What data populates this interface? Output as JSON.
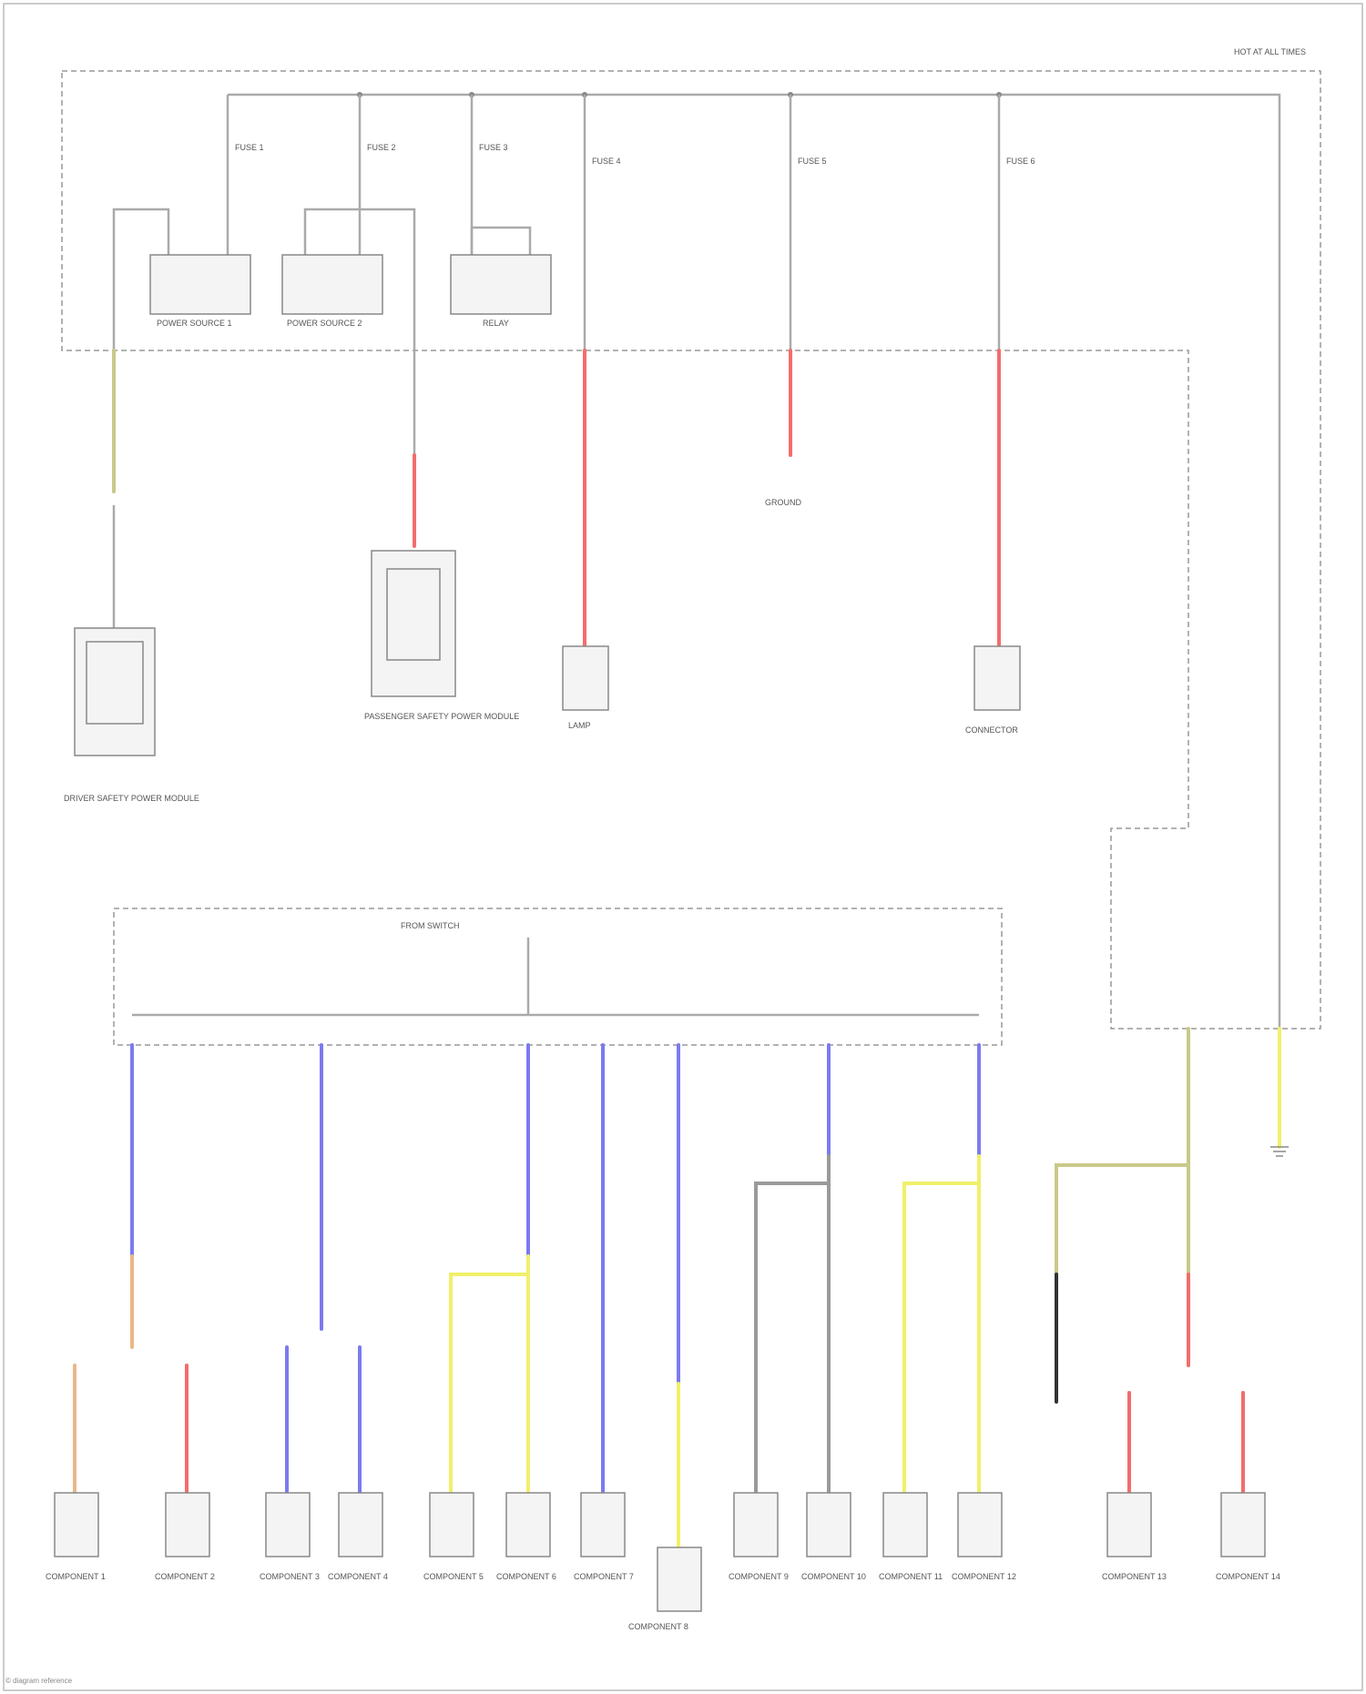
{
  "header_label": "HOT AT ALL TIMES",
  "top_fuses": [
    "FUSE 1",
    "FUSE 2",
    "FUSE 3",
    "FUSE 4",
    "FUSE 5",
    "FUSE 6"
  ],
  "top_components": [
    "POWER SOURCE 1",
    "POWER SOURCE 2",
    "RELAY"
  ],
  "upper_loads": [
    "DRIVER SAFETY POWER MODULE",
    "PASSENGER SAFETY POWER MODULE",
    "LAMP",
    "GROUND",
    "CONNECTOR"
  ],
  "lower_header": "FROM SWITCH",
  "lower_loads": [
    "COMPONENT 1",
    "COMPONENT 2",
    "COMPONENT 3",
    "COMPONENT 4",
    "COMPONENT 5",
    "COMPONENT 6",
    "COMPONENT 7",
    "COMPONENT 8",
    "COMPONENT 9",
    "COMPONENT 10",
    "COMPONENT 11",
    "COMPONENT 12",
    "COMPONENT 13",
    "COMPONENT 14"
  ],
  "wire_colors": {
    "red": "#f26d6d",
    "blue": "#7b7bf0",
    "yellow": "#f0f06a",
    "gray": "#9a9a9a",
    "tan": "#e8b88a",
    "olive": "#c9c98a",
    "black": "#333333"
  },
  "footer": "© diagram reference"
}
